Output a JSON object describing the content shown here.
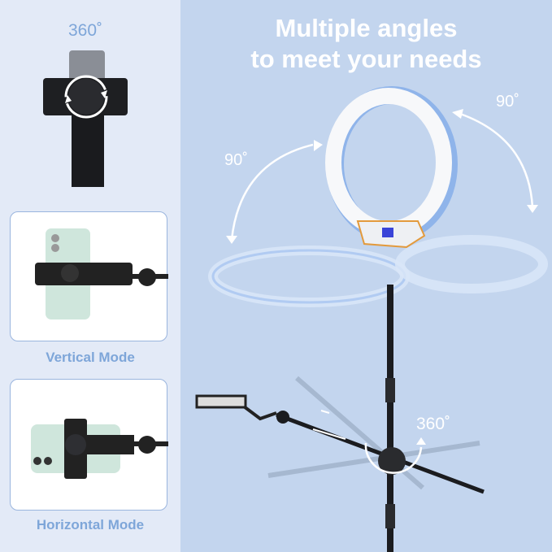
{
  "left_panel": {
    "top_rotation_label": "360˚",
    "vertical_mode_label": "Vertical Mode",
    "horizontal_mode_label": "Horizontal Mode"
  },
  "main": {
    "headline_line1": "Multiple angles",
    "headline_line2": "to meet your needs",
    "angle_left": "90˚",
    "angle_right": "90˚",
    "boom_rotation": "360˚"
  },
  "colors": {
    "left_bg": "#e3eaf7",
    "right_bg": "#c3d5ee",
    "accent_text": "#7ea6d9",
    "ring_blue": "#8fb4ea",
    "panel_orange": "#e39a3c"
  }
}
